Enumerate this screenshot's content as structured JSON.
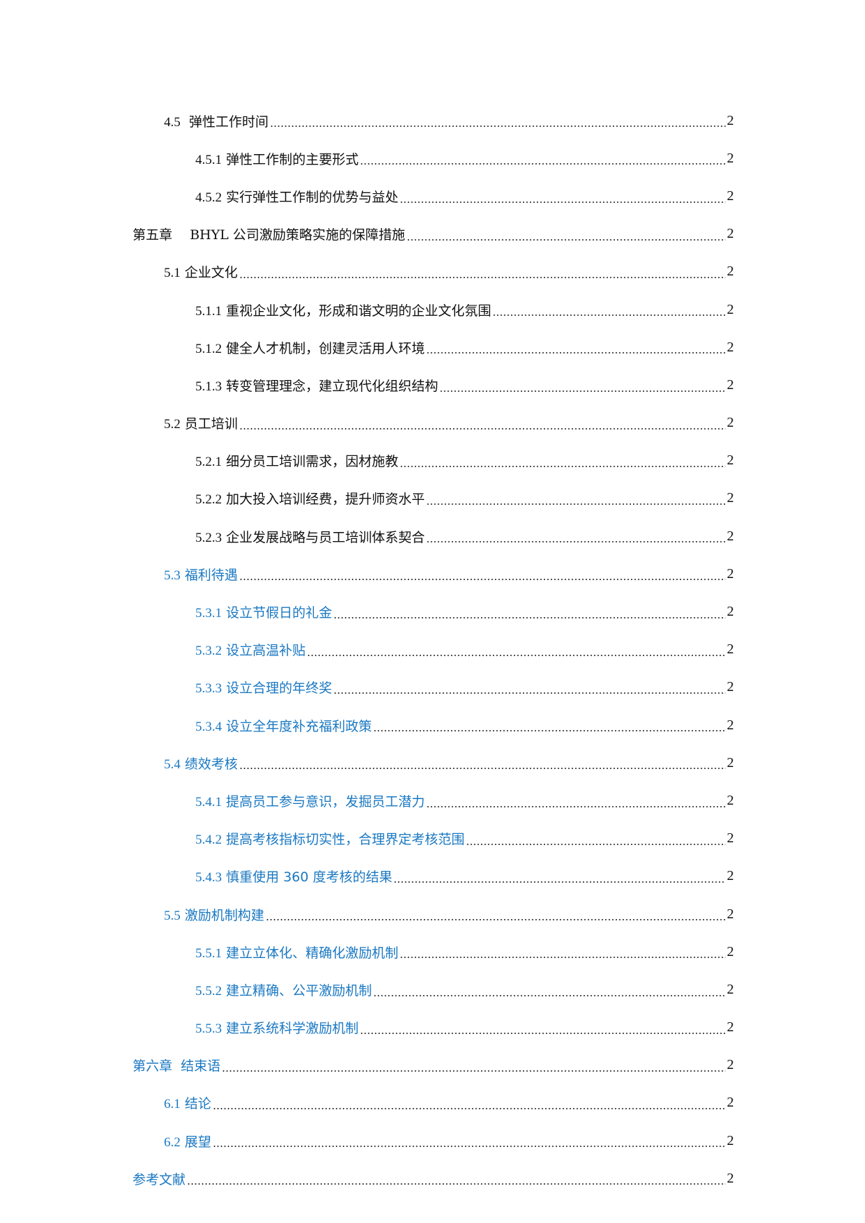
{
  "toc": {
    "entries": [
      {
        "level": 1,
        "blue": false,
        "num": "4.5",
        "sep": "  ",
        "title": "弹性工作时间",
        "title_b": "",
        "page": "2"
      },
      {
        "level": 2,
        "blue": false,
        "num": "4.5.1",
        "sep": " ",
        "title": "弹性工作制",
        "title_b": "的主要形式",
        "page": "2"
      },
      {
        "level": 2,
        "blue": false,
        "num": "4.5.2",
        "sep": " ",
        "title": "实行弹性工作制",
        "title_b": "的优势与益处",
        "page": "2"
      },
      {
        "level": 0,
        "blue": false,
        "num": "第五章",
        "sep": "　 ",
        "title": "BHYL 公司激励策略实施的保障措施",
        "title_b": "",
        "page": "2"
      },
      {
        "level": 1,
        "blue": false,
        "num": "5.1",
        "sep": " ",
        "title": "企业文化",
        "title_b": "",
        "page": "2"
      },
      {
        "level": 2,
        "blue": false,
        "num": "5.1.1",
        "sep": " ",
        "title": "",
        "title_b": "重视企业文化，形成和谐文明的企业文化氛围",
        "page": "2"
      },
      {
        "level": 2,
        "blue": false,
        "num": "5.1.2",
        "sep": " ",
        "title": "",
        "title_b": "健全人才机制，创建灵活用人环境",
        "page": "2"
      },
      {
        "level": 2,
        "blue": false,
        "num": "5.1.3",
        "sep": " ",
        "title": "",
        "title_b": "转变管理理念，建立现代化组织结构",
        "page": "2"
      },
      {
        "level": 1,
        "blue": false,
        "num": "5.2",
        "sep": " ",
        "title": "员工培训",
        "title_b": "",
        "page": "2"
      },
      {
        "level": 2,
        "blue": false,
        "num": "5.2.1",
        "sep": " ",
        "title": "",
        "title_b": "细分员工培训需求，因材施教",
        "page": "2"
      },
      {
        "level": 2,
        "blue": false,
        "num": "5.2.2",
        "sep": " ",
        "title": "",
        "title_b": "加大投入培训经费，提升师资水平",
        "page": "2"
      },
      {
        "level": 2,
        "blue": false,
        "num": "5.2.3",
        "sep": " ",
        "title": "",
        "title_b": "企业发展战略与员工培训体系契合",
        "page": "2"
      },
      {
        "level": 1,
        "blue": true,
        "num": "5.3",
        "sep": " ",
        "title": "福利待遇",
        "title_b": "",
        "page": "2"
      },
      {
        "level": 2,
        "blue": true,
        "num": "5.3.1",
        "sep": " ",
        "title": "",
        "title_b": "设立节假日的礼金",
        "page": "2"
      },
      {
        "level": 2,
        "blue": true,
        "num": "5.3.2",
        "sep": " ",
        "title": "",
        "title_b": "设立高温补贴",
        "page": "2"
      },
      {
        "level": 2,
        "blue": true,
        "num": "5.3.3",
        "sep": " ",
        "title": "",
        "title_b": "设立合理的年终奖",
        "page": "2"
      },
      {
        "level": 2,
        "blue": true,
        "num": "5.3.4",
        "sep": " ",
        "title": "",
        "title_b": "设立全年度补充福利政策",
        "page": "2"
      },
      {
        "level": 1,
        "blue": true,
        "num": "5.4",
        "sep": " ",
        "title": "绩效考核",
        "title_b": "",
        "page": "2"
      },
      {
        "level": 2,
        "blue": true,
        "num": "5.4.1",
        "sep": " ",
        "title": "",
        "title_b": "提高员工参与意识，发掘员工潜力",
        "page": "2"
      },
      {
        "level": 2,
        "blue": true,
        "num": "5.4.2",
        "sep": " ",
        "title": "",
        "title_b": "提高考核指标切实性，合理界定考核范围",
        "page": "2"
      },
      {
        "level": 2,
        "blue": true,
        "num": "5.4.3",
        "sep": " ",
        "title": "",
        "title_b": "慎重使用 360 度考核的结果",
        "page": "2"
      },
      {
        "level": 1,
        "blue": true,
        "num": "5.5",
        "sep": " ",
        "title": "激励机制构建",
        "title_b": "",
        "page": "2"
      },
      {
        "level": 2,
        "blue": true,
        "num": "5.5.1",
        "sep": " ",
        "title": "建立立体化、精确化激励机制",
        "title_b": "",
        "page": "2"
      },
      {
        "level": 2,
        "blue": true,
        "num": "5.5.2",
        "sep": " ",
        "title": "建立精确、公平激励机制",
        "title_b": "",
        "page": "2"
      },
      {
        "level": 2,
        "blue": true,
        "num": "5.5.3",
        "sep": " ",
        "title": "建立系统科学激励机制",
        "title_b": "",
        "page": "2"
      },
      {
        "level": 0,
        "blue": true,
        "num": "第六章",
        "sep": "  ",
        "title": "结束语",
        "title_b": "",
        "page": "2"
      },
      {
        "level": 1,
        "blue": true,
        "num": "6.1",
        "sep": " ",
        "title": "结论",
        "title_b": "",
        "page": "2"
      },
      {
        "level": 1,
        "blue": true,
        "num": "6.2",
        "sep": " ",
        "title": "展望",
        "title_b": "",
        "page": "2"
      },
      {
        "level": 0,
        "blue": true,
        "num": "",
        "sep": "",
        "title": "参考文献",
        "title_b": "",
        "page": "2"
      }
    ]
  },
  "colors": {
    "text": "#111111",
    "link_blue": "#1a78c2",
    "background": "#ffffff"
  }
}
